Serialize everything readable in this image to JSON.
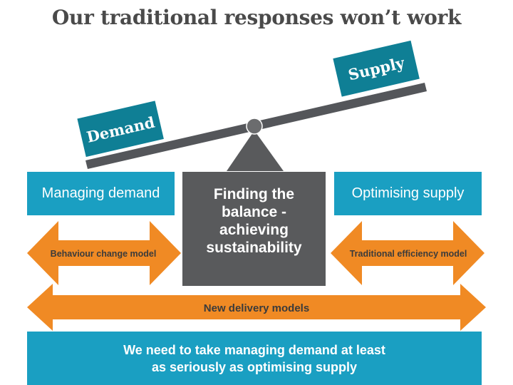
{
  "title": "Our traditional responses won’t work",
  "seesaw": {
    "left_block": "Demand",
    "right_block": "Supply"
  },
  "boxes": {
    "managing": "Managing demand",
    "balance": "Finding the\nbalance -\nachieving\nsustainability",
    "optimising": "Optimising supply"
  },
  "arrows": {
    "behaviour": "Behaviour change model",
    "traditional": "Traditional efficiency model",
    "new_delivery": "New delivery models"
  },
  "footer": {
    "line1": "We need to take managing demand at least",
    "line2": "as seriously as optimising supply"
  },
  "colors": {
    "teal": "#1a9fc2",
    "dark_teal": "#0f7f95",
    "grey": "#595a5c",
    "orange": "#f08a24",
    "beam": "#54565a"
  }
}
